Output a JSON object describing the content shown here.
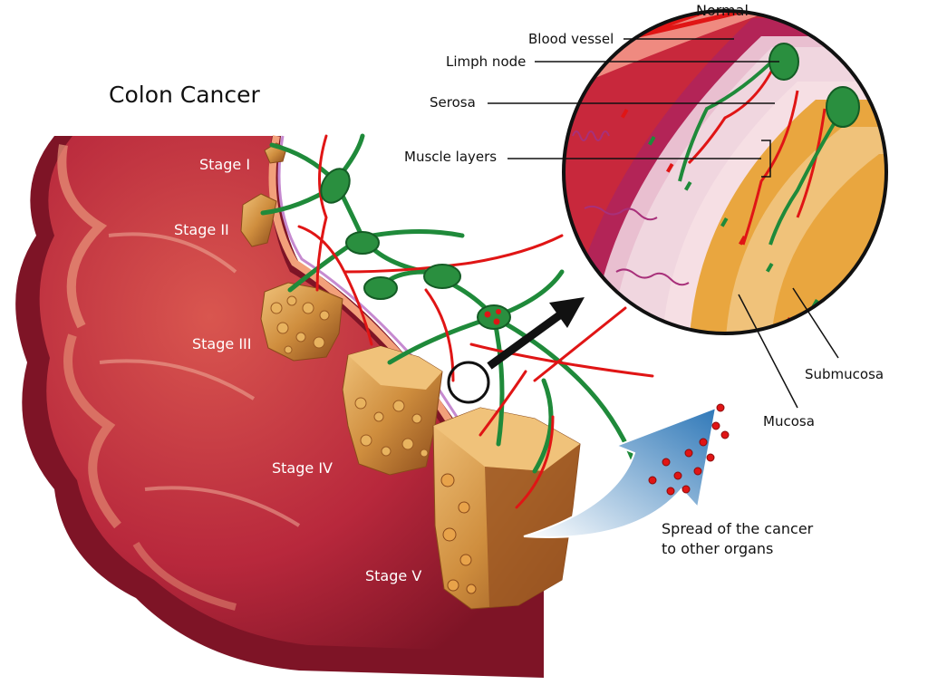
{
  "title": "Colon Cancer",
  "inset": {
    "heading": "Normal",
    "labels": {
      "blood_vessel": "Blood vessel",
      "limph_node": "Limph node",
      "serosa": "Serosa",
      "muscle_layers": "Muscle layers",
      "submucosa": "Submucosa",
      "mucosa": "Mucosa"
    }
  },
  "stages": [
    "Stage I",
    "Stage II",
    "Stage III",
    "Stage IV",
    "Stage V"
  ],
  "spread": {
    "line1": "Spread of the cancer",
    "line2": "to other organs"
  },
  "colors": {
    "colon": "#b8283c",
    "colon_dark": "#7e1426",
    "colon_light": "#e8967a",
    "tumor": "#c98a3a",
    "lymph": "#1f8a3a",
    "vessel": "#e01515",
    "arrow": "#2f78b8"
  }
}
